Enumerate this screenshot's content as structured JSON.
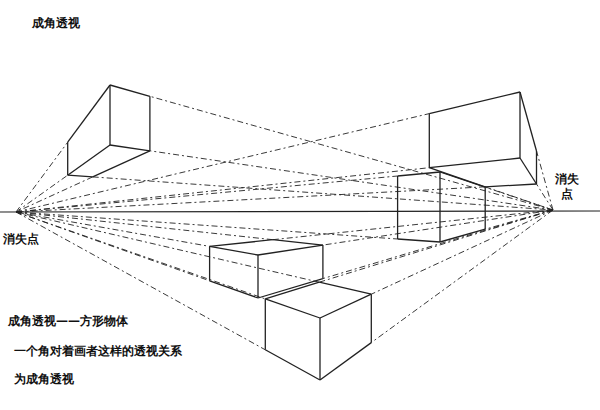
{
  "diagram": {
    "title": "成角透视",
    "labels": [
      "消失点",
      "消失点",
      "成角透视——方形物体",
      "一个角对着画者这样的透视关系",
      "为成角透视"
    ]
  }
}
